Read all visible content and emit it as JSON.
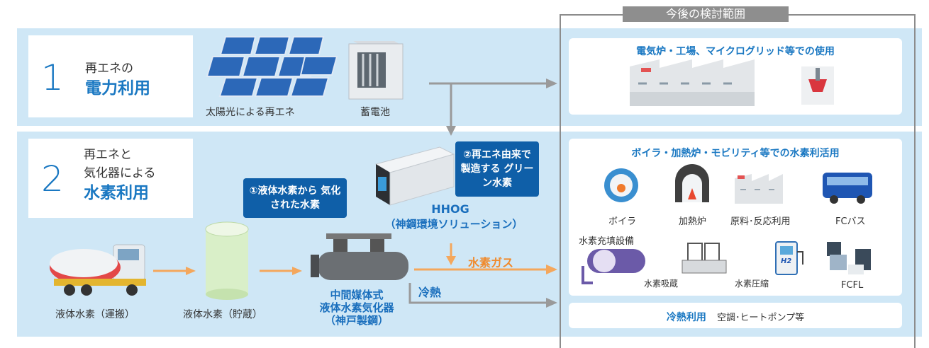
{
  "scope_label": "今後の検討範囲",
  "row1": {
    "number": "1",
    "sub": "再エネの",
    "title": "電力利用",
    "solar_caption": "太陽光による再エネ",
    "battery_caption": "蓄電池"
  },
  "row2": {
    "number": "2",
    "sub1": "再エネと",
    "sub2": "気化器による",
    "title": "水素利用",
    "callout1": "①液体水素から 気化された水素",
    "callout2": "②再エネ由来で 製造する グリーン水素",
    "hhog": "HHOG",
    "hhog_sub": "（神鋼環境ソリューション）",
    "lh2_transport": "液体水素（運搬）",
    "lh2_storage": "液体水素（貯蔵）",
    "vaporizer1": "中間媒体式",
    "vaporizer2": "液体水素気化器",
    "vaporizer3": "（神戸製鋼）",
    "hydrogen_gas": "水素ガス",
    "cold_heat": "冷熱"
  },
  "panels": {
    "power_use_title": "電気炉・工場、マイクログリッド等での使用",
    "hydrogen_use_title": "ボイラ・加熱炉・モビリティ等での水素利活用",
    "boiler": "ボイラ",
    "furnace": "加熱炉",
    "material": "原料･反応利用",
    "fc_bus": "FCバス",
    "station": "水素充填設備",
    "absorption": "水素吸蔵",
    "compression": "水素圧縮",
    "h2_label": "H2",
    "fcfl": "FCFL",
    "cold_title": "冷熱利用",
    "cold_desc": "空調･ヒートポンプ等"
  },
  "colors": {
    "accent_blue": "#1a78c2",
    "band": "#cfe7f6",
    "callout": "#0f5fa8",
    "orange_arrow": "#f4a75c",
    "gray_arrow": "#999999"
  }
}
